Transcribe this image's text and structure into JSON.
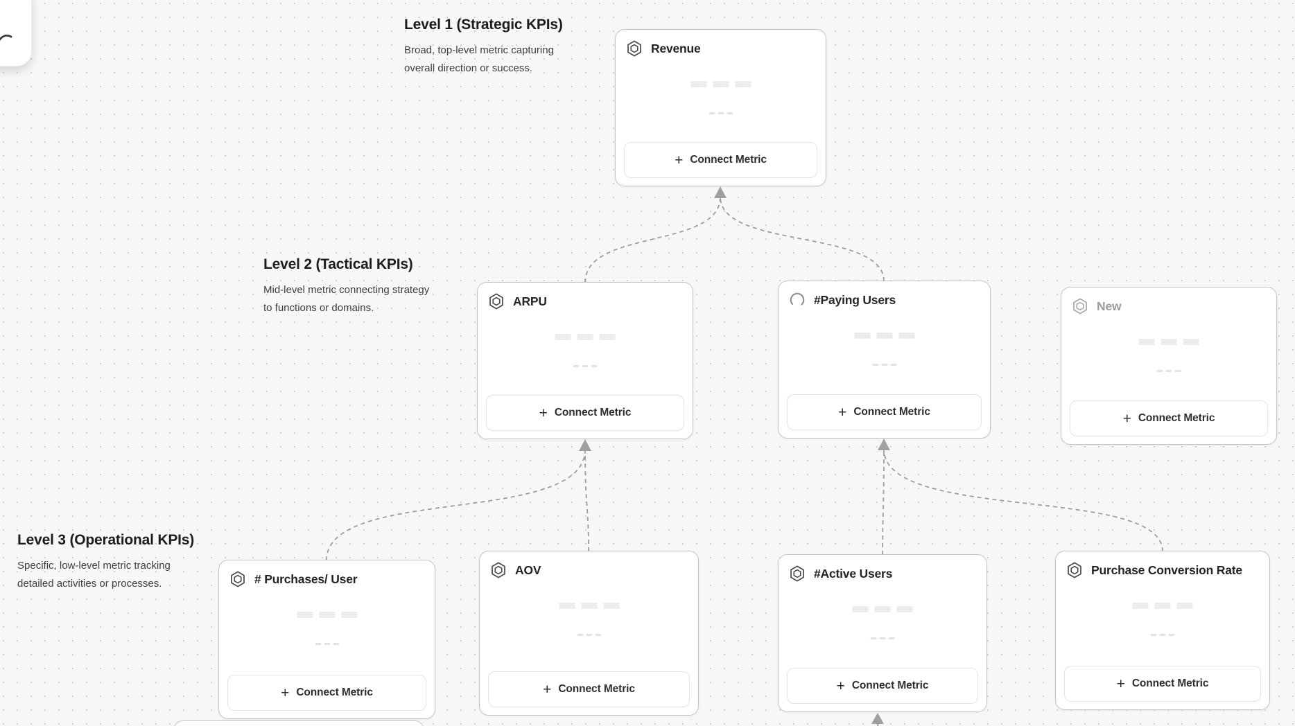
{
  "app": {
    "view": "kpi-metric-tree-canvas"
  },
  "sections": [
    {
      "title": "Level 1 (Strategic KPIs)",
      "description": "Broad, top-level metric capturing overall direction or success."
    },
    {
      "title": "Level 2 (Tactical KPIs)",
      "description": "Mid-level metric connecting strategy to functions or domains."
    },
    {
      "title": "Level 3 (Operational KPIs)",
      "description": "Specific, low-level metric tracking detailed activities or processes."
    }
  ],
  "cards": [
    {
      "title": "Revenue",
      "icon": "hexagon-metric-icon",
      "state": "normal",
      "button_label": "Connect Metric"
    },
    {
      "title": "ARPU",
      "icon": "hexagon-metric-icon",
      "state": "normal",
      "button_label": "Connect Metric"
    },
    {
      "title": "#Paying Users",
      "icon": "spinner-loading-icon",
      "state": "loading",
      "button_label": "Connect Metric"
    },
    {
      "title": "New",
      "icon": "hexagon-metric-icon",
      "state": "draft",
      "button_label": "Connect Metric"
    },
    {
      "title": "# Purchases/ User",
      "icon": "hexagon-metric-icon",
      "state": "normal",
      "button_label": "Connect Metric"
    },
    {
      "title": "AOV",
      "icon": "hexagon-metric-icon",
      "state": "normal",
      "button_label": "Connect Metric"
    },
    {
      "title": "#Active Users",
      "icon": "hexagon-metric-icon",
      "state": "normal",
      "button_label": "Connect Metric"
    },
    {
      "title": "Purchase Conversion Rate",
      "icon": "hexagon-metric-icon",
      "state": "normal",
      "button_label": "Connect Metric"
    }
  ],
  "plus_glyph": "+",
  "colors": {
    "canvas_bg": "#f7f7f7",
    "grid_dot": "#d2d2d2",
    "card_border": "#c4c4c4",
    "card_bg": "#ffffff",
    "connector": "#9d9d9d",
    "title_text": "#242426",
    "muted_title_text": "#9b9b9b",
    "button_border": "#e3e3e3",
    "button_text": "#2e2e30"
  }
}
